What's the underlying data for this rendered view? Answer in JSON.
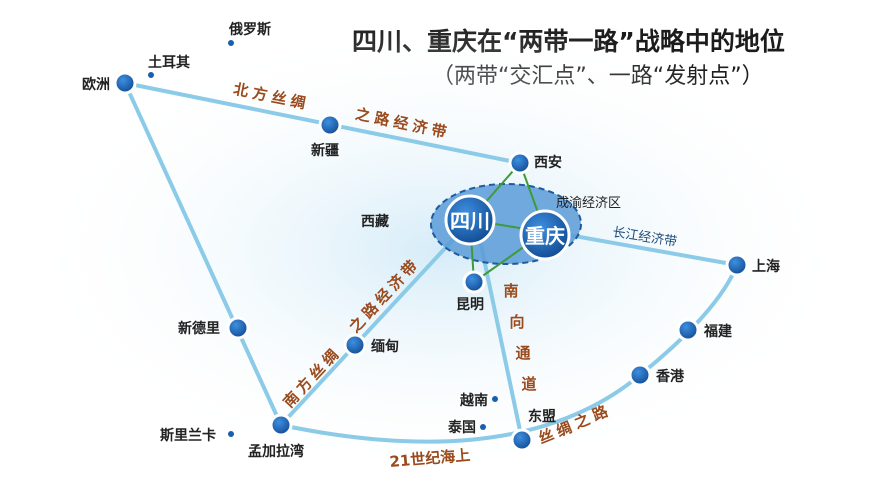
{
  "title": {
    "main": "四川、重庆在“两带一路”战略中的地位",
    "sub": "（两带“交汇点”、一路“发射点”）"
  },
  "colors": {
    "route": "#8ccbe8",
    "node_fill": "#1a5fae",
    "node_ring": "#ffffff",
    "region_fill": "#5b9bd7",
    "region_border": "#1e5a9e",
    "green_link": "#3f9a3a",
    "route_label": "#9a4a1c",
    "ring_label": "#244e7a",
    "text": "#222222"
  },
  "places": {
    "russia": "俄罗斯",
    "turkey": "土耳其",
    "europe": "欧洲",
    "xinjiang": "新疆",
    "xian": "西安",
    "tibet": "西藏",
    "kunming": "昆明",
    "myanmar": "缅甸",
    "new_delhi": "新德里",
    "sri_lanka": "斯里兰卡",
    "bangladesh": "孟加拉湾",
    "vietnam": "越南",
    "thailand": "泰国",
    "asean": "东盟",
    "hongkong": "香港",
    "fujian": "福建",
    "shanghai": "上海",
    "sichuan": "四川",
    "chongqing": "重庆",
    "cheng_yu": "成渝经济区"
  },
  "routes": {
    "north_silk_part1": [
      "北",
      "方",
      "丝",
      "绸"
    ],
    "north_silk_part2": [
      "之",
      "路",
      "经",
      "济",
      "带"
    ],
    "south_silk": [
      "南",
      "方",
      "丝",
      "绸",
      "之",
      "路",
      "经",
      "济",
      "带"
    ],
    "south_channel": [
      "南",
      "向",
      "通",
      "道"
    ],
    "yangtze": "长江经济带",
    "maritime": "21世纪海上",
    "silk_road_end": [
      "丝",
      "绸",
      "之",
      "路"
    ]
  }
}
